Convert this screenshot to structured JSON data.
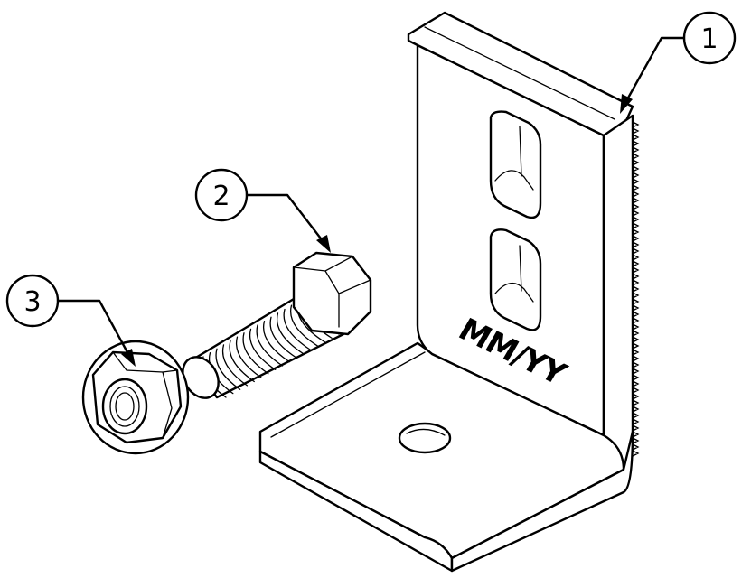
{
  "engraving": {
    "text": "MM/YY"
  },
  "balloons": [
    {
      "label": "1"
    },
    {
      "label": "2"
    },
    {
      "label": "3"
    }
  ]
}
